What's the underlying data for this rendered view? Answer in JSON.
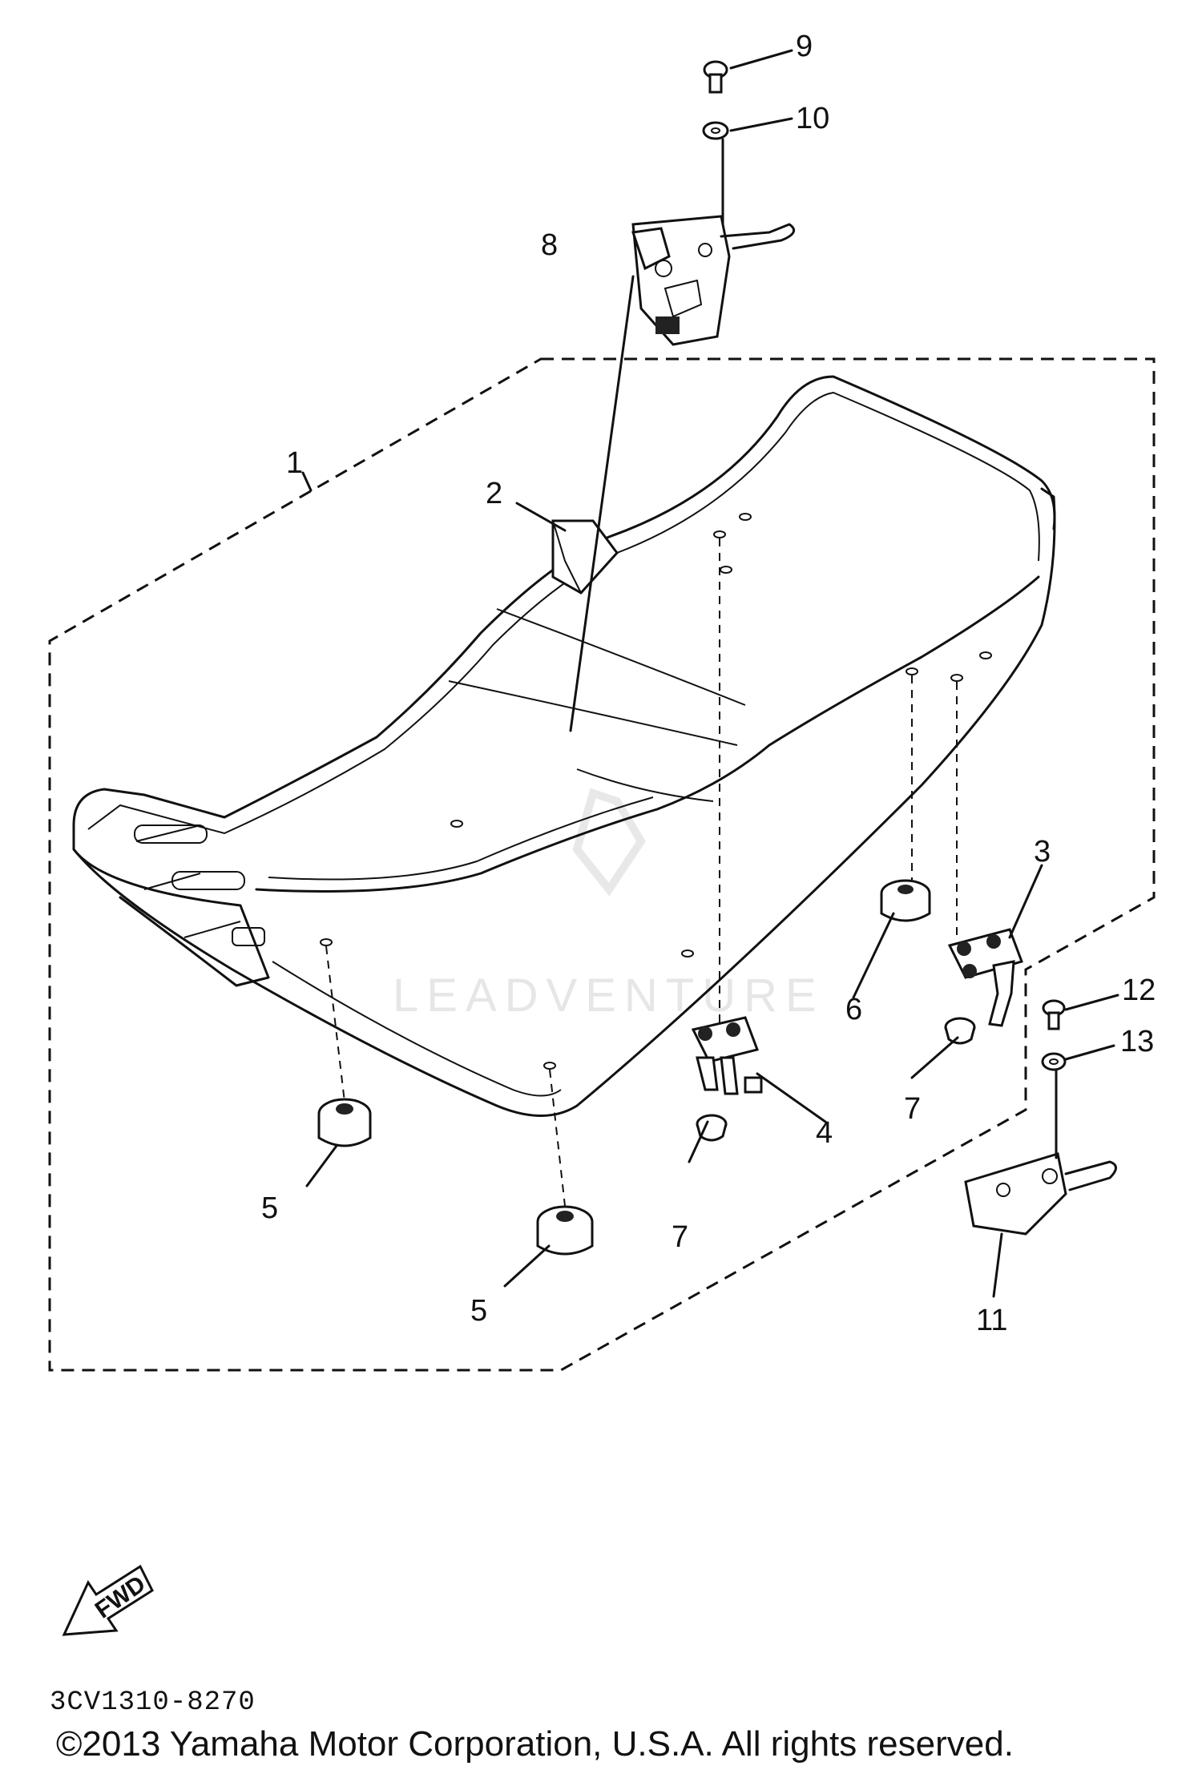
{
  "diagram": {
    "callouts": {
      "c1": "1",
      "c2": "2",
      "c3": "3",
      "c4": "4",
      "c5a": "5",
      "c5b": "5",
      "c6": "6",
      "c7a": "7",
      "c7b": "7",
      "c8": "8",
      "c9": "9",
      "c10": "10",
      "c11": "11",
      "c12": "12",
      "c13": "13"
    },
    "fwd_label": "FWD",
    "watermark": "LEADVENTURE"
  },
  "footer": {
    "code": "3CV1310-8270",
    "copyright": "©2013 Yamaha Motor Corporation, U.S.A. All rights reserved."
  }
}
